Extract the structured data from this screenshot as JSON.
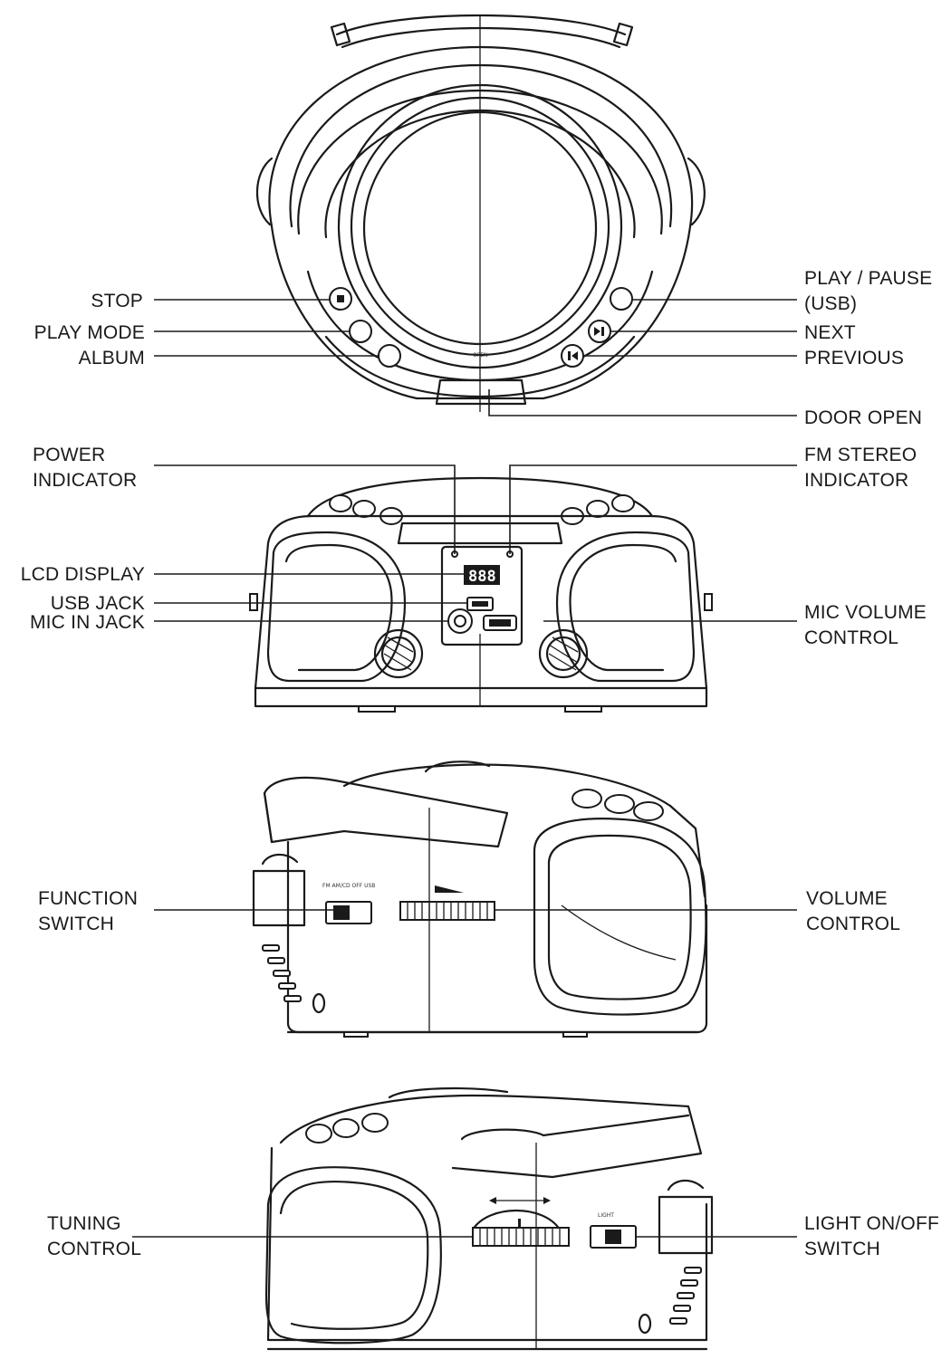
{
  "labels": {
    "stop": "STOP",
    "play_mode": "PLAY MODE",
    "album": "ALBUM",
    "play_pause_1": "PLAY / PAUSE",
    "play_pause_2": "(USB)",
    "next": "NEXT",
    "previous": "PREVIOUS",
    "door_open": "DOOR OPEN",
    "power_indicator_1": "POWER",
    "power_indicator_2": "INDICATOR",
    "fm_stereo_1": "FM STEREO",
    "fm_stereo_2": "INDICATOR",
    "lcd_display": "LCD DISPLAY",
    "usb_jack": "USB JACK",
    "mic_in_jack": "MIC IN JACK",
    "mic_volume_1": "MIC VOLUME",
    "mic_volume_2": "CONTROL",
    "function_switch_1": "FUNCTION",
    "function_switch_2": "SWITCH",
    "volume_control_1": "VOLUME",
    "volume_control_2": "CONTROL",
    "tuning_control_1": "TUNING",
    "tuning_control_2": "CONTROL",
    "light_switch_1": "LIGHT ON/OFF",
    "light_switch_2": "SWITCH"
  },
  "lcd_digits": "888"
}
